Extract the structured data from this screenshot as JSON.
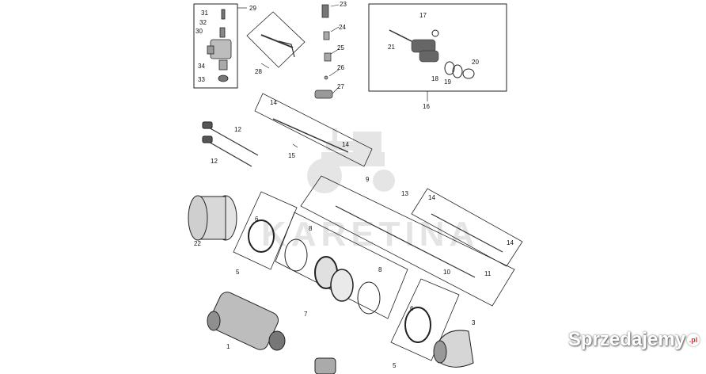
{
  "diagram": {
    "callouts": {
      "c1": "1",
      "c3": "3",
      "c5a": "5",
      "c5b": "5",
      "c6a": "6",
      "c6b": "6",
      "c7": "7",
      "c8a": "8",
      "c8b": "8",
      "c9": "9",
      "c10": "10",
      "c11": "11",
      "c12a": "12",
      "c12b": "12",
      "c13": "13",
      "c14a": "14",
      "c14b": "14",
      "c14c": "14",
      "c14d": "14",
      "c15": "15",
      "c16": "16",
      "c17": "17",
      "c18": "18",
      "c19": "19",
      "c20": "20",
      "c21": "21",
      "c22": "22",
      "c23": "23",
      "c24": "24",
      "c25": "25",
      "c26": "26",
      "c27": "27",
      "c28": "28",
      "c29": "29",
      "c30": "30",
      "c31": "31",
      "c32": "32",
      "c33": "33",
      "c34": "34"
    }
  },
  "watermark": {
    "text": "KARETINA"
  },
  "site_badge": {
    "text": "Sprzedajemy",
    "suffix": ".pl"
  }
}
